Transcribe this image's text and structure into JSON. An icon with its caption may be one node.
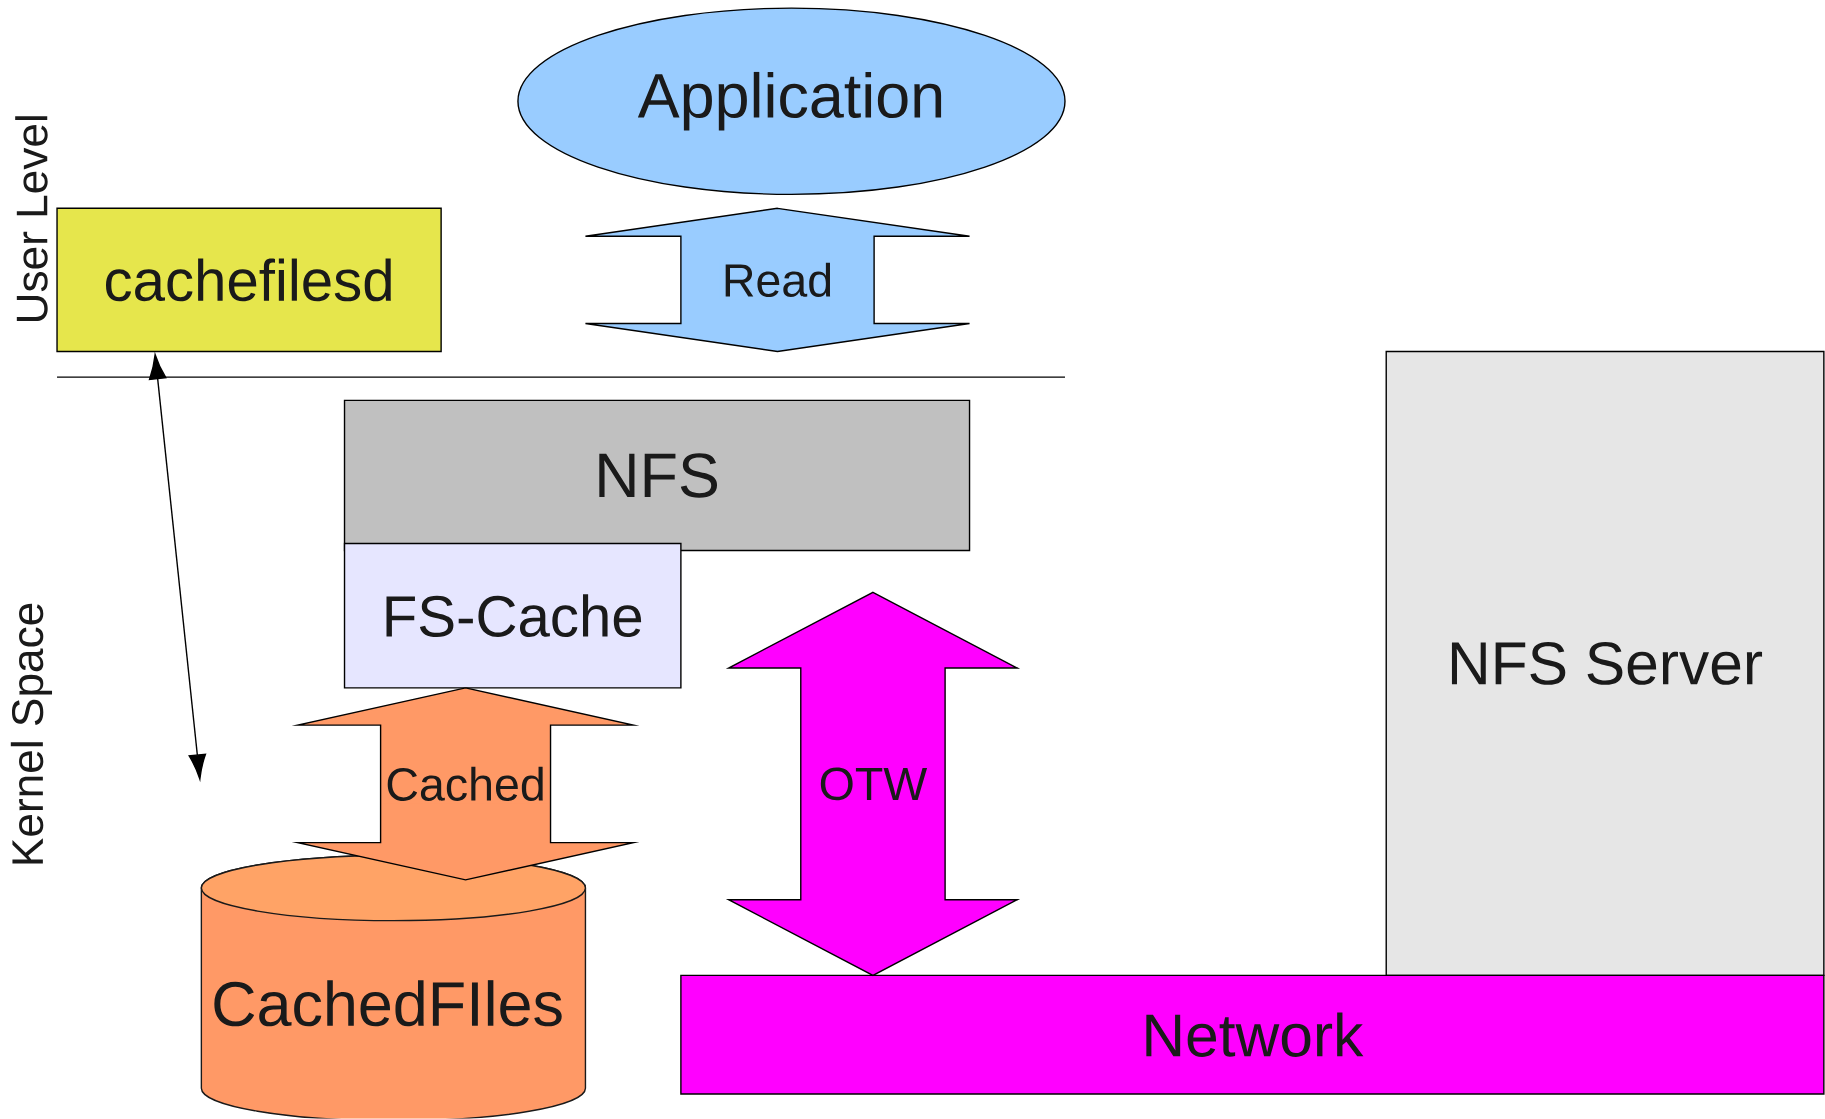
{
  "diagram": {
    "nodes": [
      {
        "text": [
          "Application"
        ]
      },
      {
        "text": [
          "cachefilesd"
        ]
      },
      {
        "text": [
          "NFS"
        ]
      },
      {
        "text": [
          "FS-Cache"
        ]
      },
      {
        "text": [
          "CachedFIles"
        ]
      },
      {
        "text": [
          "NFS Server"
        ]
      },
      {
        "text": [
          "Network"
        ]
      }
    ],
    "edges": [
      {
        "from": 0,
        "to": 2,
        "arrow": "both",
        "label": "Read",
        "style": "thick",
        "color": "#99ccff"
      },
      {
        "from": 3,
        "to": 4,
        "arrow": "both",
        "label": "Cached",
        "style": "thick",
        "color": "#ff9966"
      },
      {
        "from": 2,
        "to": 6,
        "arrow": "both",
        "label": "OTW",
        "style": "thick",
        "color": "#ff00ff"
      },
      {
        "from": 1,
        "to": null,
        "arrow": "both"
      }
    ],
    "labels": [
      "User Level",
      "Kernel Space"
    ]
  }
}
